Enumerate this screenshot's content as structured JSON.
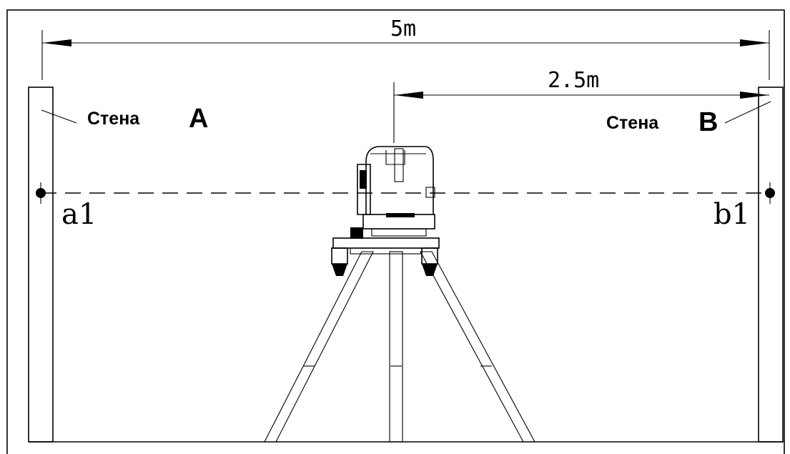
{
  "dimensions": {
    "total": "5m",
    "half": "2.5m"
  },
  "walls": {
    "a": {
      "word": "Стена",
      "letter": "A",
      "point": "a1"
    },
    "b": {
      "word": "Стена",
      "letter": "B",
      "point": "b1"
    }
  }
}
